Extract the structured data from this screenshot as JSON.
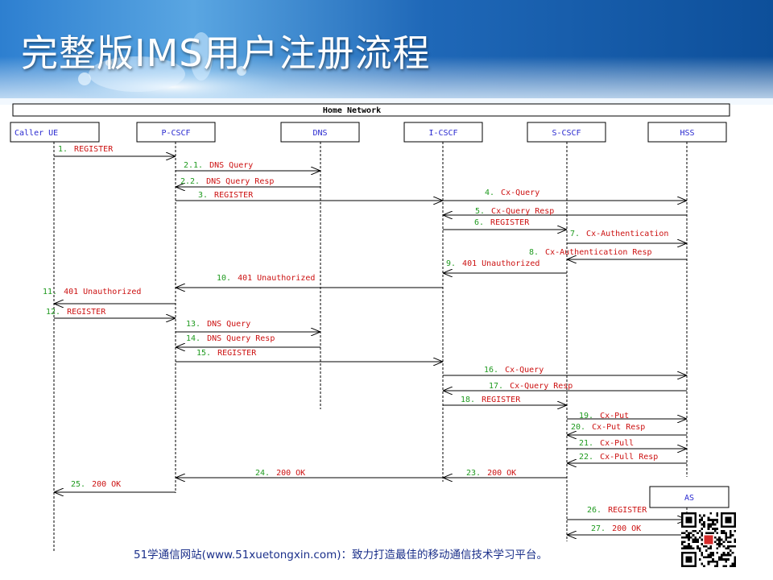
{
  "slide_title": "完整版IMS用户注册流程",
  "network_label": "Home Network",
  "footer": "51学通信网站(www.51xuetongxin.com)：致力打造最佳的移动通信技术学习平台。",
  "colors": {
    "number": "#1f9a1f",
    "message": "#cc1111",
    "entity": "#2a2ad0",
    "line": "#000000",
    "banner_dark": "#0d4f9a",
    "banner_light": "#5aa6e2"
  },
  "entities": [
    {
      "id": "ue",
      "label": "Caller UE"
    },
    {
      "id": "pcscf",
      "label": "P-CSCF"
    },
    {
      "id": "dns",
      "label": "DNS"
    },
    {
      "id": "icscf",
      "label": "I-CSCF"
    },
    {
      "id": "scscf",
      "label": "S-CSCF"
    },
    {
      "id": "hss",
      "label": "HSS"
    },
    {
      "id": "as",
      "label": "AS"
    }
  ],
  "messages": [
    {
      "num": "1.",
      "label": "REGISTER",
      "from": "ue",
      "to": "pcscf"
    },
    {
      "num": "2.1.",
      "label": "DNS Query",
      "from": "pcscf",
      "to": "dns"
    },
    {
      "num": "2.2.",
      "label": "DNS Query Resp",
      "from": "dns",
      "to": "pcscf"
    },
    {
      "num": "3.",
      "label": "REGISTER",
      "from": "pcscf",
      "to": "icscf"
    },
    {
      "num": "4.",
      "label": "Cx-Query",
      "from": "icscf",
      "to": "hss"
    },
    {
      "num": "5.",
      "label": "Cx-Query Resp",
      "from": "hss",
      "to": "icscf"
    },
    {
      "num": "6.",
      "label": "REGISTER",
      "from": "icscf",
      "to": "scscf"
    },
    {
      "num": "7.",
      "label": "Cx-Authentication",
      "from": "scscf",
      "to": "hss"
    },
    {
      "num": "8.",
      "label": "Cx-Authentication Resp",
      "from": "hss",
      "to": "scscf"
    },
    {
      "num": "9.",
      "label": "401 Unauthorized",
      "from": "scscf",
      "to": "icscf"
    },
    {
      "num": "10.",
      "label": "401 Unauthorized",
      "from": "icscf",
      "to": "pcscf"
    },
    {
      "num": "11.",
      "label": "401 Unauthorized",
      "from": "pcscf",
      "to": "ue"
    },
    {
      "num": "12.",
      "label": "REGISTER",
      "from": "ue",
      "to": "pcscf"
    },
    {
      "num": "13.",
      "label": "DNS Query",
      "from": "pcscf",
      "to": "dns"
    },
    {
      "num": "14.",
      "label": "DNS Query Resp",
      "from": "dns",
      "to": "pcscf"
    },
    {
      "num": "15.",
      "label": "REGISTER",
      "from": "pcscf",
      "to": "icscf"
    },
    {
      "num": "16.",
      "label": "Cx-Query",
      "from": "icscf",
      "to": "hss"
    },
    {
      "num": "17.",
      "label": "Cx-Query Resp",
      "from": "hss",
      "to": "icscf"
    },
    {
      "num": "18.",
      "label": "REGISTER",
      "from": "icscf",
      "to": "scscf"
    },
    {
      "num": "19.",
      "label": "Cx-Put",
      "from": "scscf",
      "to": "hss"
    },
    {
      "num": "20.",
      "label": "Cx-Put Resp",
      "from": "hss",
      "to": "scscf"
    },
    {
      "num": "21.",
      "label": "Cx-Pull",
      "from": "scscf",
      "to": "hss"
    },
    {
      "num": "22.",
      "label": "Cx-Pull Resp",
      "from": "hss",
      "to": "scscf"
    },
    {
      "num": "23.",
      "label": "200 OK",
      "from": "scscf",
      "to": "icscf"
    },
    {
      "num": "24.",
      "label": "200 OK",
      "from": "icscf",
      "to": "pcscf"
    },
    {
      "num": "25.",
      "label": "200 OK",
      "from": "pcscf",
      "to": "ue"
    },
    {
      "num": "26.",
      "label": "REGISTER",
      "from": "scscf",
      "to": "as"
    },
    {
      "num": "27.",
      "label": "200 OK",
      "from": "as",
      "to": "scscf"
    }
  ]
}
